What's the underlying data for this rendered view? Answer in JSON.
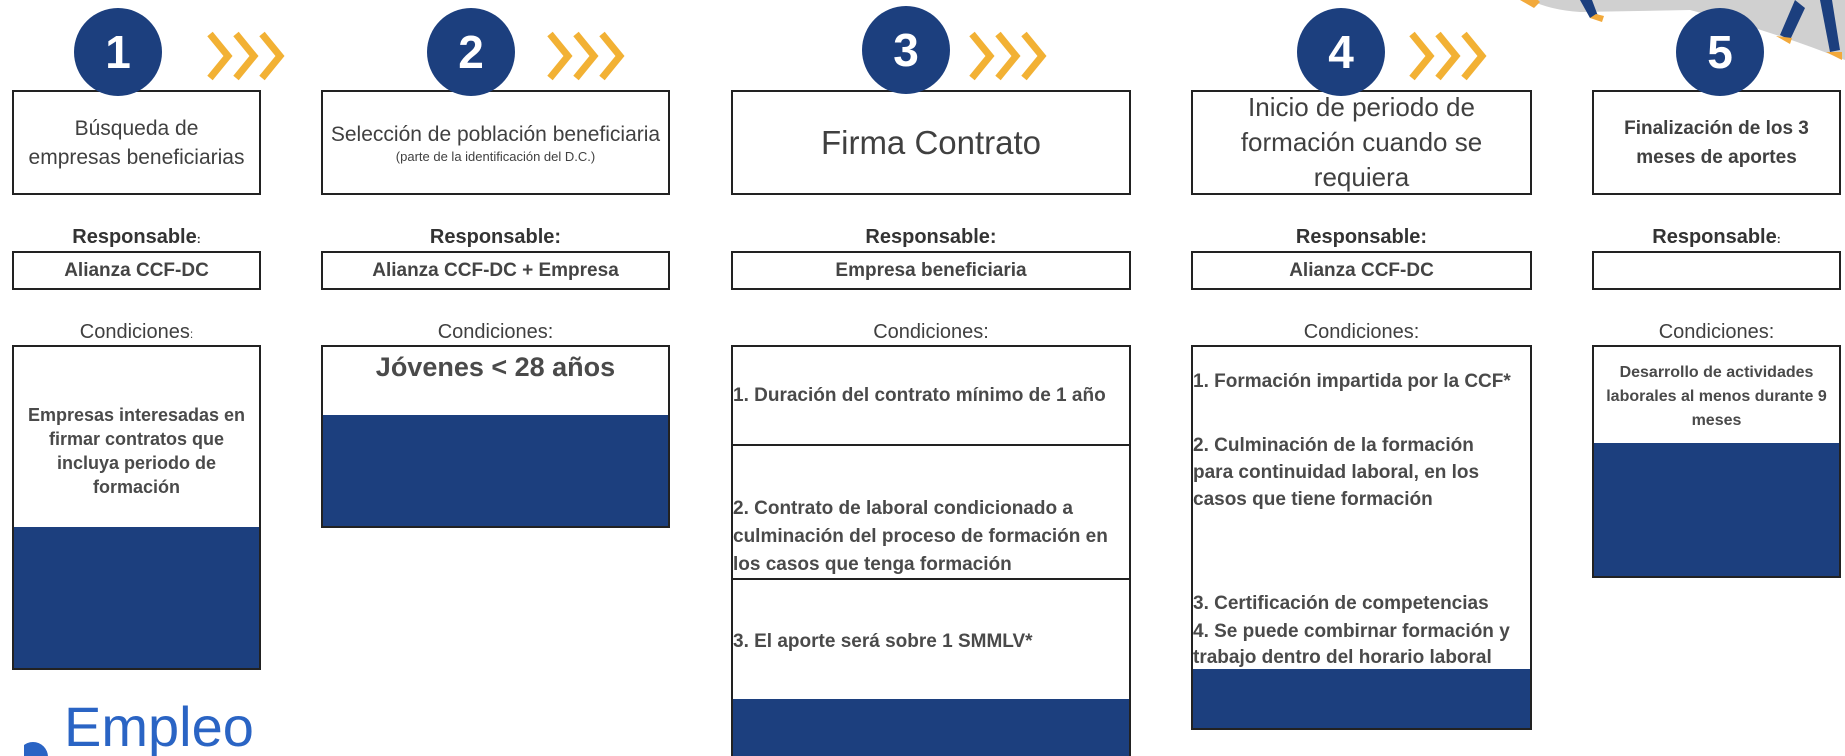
{
  "steps": [
    {
      "number": "1",
      "title": "Búsqueda de empresas beneficiarias",
      "subtitle": "",
      "responsable_label": "Responsable",
      "responsable_suffix": ":",
      "responsable": "Alianza CCF-DC",
      "condiciones_label": "Condiciones",
      "condiciones_suffix": ":",
      "conditions": [
        "Empresas interesadas en firmar contratos que incluya periodo de formación"
      ]
    },
    {
      "number": "2",
      "title": "Selección de población beneficiaria",
      "subtitle": "(parte de la identificación del D.C.)",
      "responsable_label": "Responsable:",
      "responsable": "Alianza CCF-DC + Empresa",
      "condiciones_label": "Condiciones:",
      "conditions": [
        "Jóvenes < 28 años"
      ]
    },
    {
      "number": "3",
      "title": "Firma Contrato",
      "subtitle": "",
      "responsable_label": "Responsable:",
      "responsable": "Empresa beneficiaria",
      "condiciones_label": "Condiciones:",
      "conditions": [
        "1. Duración del contrato mínimo de 1 año",
        "2. Contrato de laboral condicionado a culminación del proceso de formación en los casos que tenga formación",
        "3. El aporte será sobre 1 SMMLV*"
      ]
    },
    {
      "number": "4",
      "title": "Inicio de periodo de formación cuando se requiera",
      "subtitle": "",
      "responsable_label": "Responsable:",
      "responsable": "Alianza CCF-DC",
      "condiciones_label": "Condiciones:",
      "conditions": [
        "1. Formación impartida por la CCF*",
        "2. Culminación de la formación para continuidad laboral, en los casos que tiene formación",
        "3. Certificación de competencias",
        "4. Se puede combirnar formación y trabajo dentro del horario laboral"
      ]
    },
    {
      "number": "5",
      "title": "Finalización de los 3 meses de aportes",
      "subtitle": "",
      "responsable_label": "Responsable",
      "responsable_suffix": ":",
      "responsable": "",
      "condiciones_label": "Condiciones:",
      "conditions": [
        "Desarrollo de actividades laborales al menos durante 9 meses"
      ]
    }
  ],
  "chevrons": ">>>",
  "logo_text": "Empleo",
  "colors": {
    "navy": "#1c3f7e",
    "chevron": "#f2b134",
    "text": "#404040",
    "logo_blue": "#2a64c4"
  }
}
